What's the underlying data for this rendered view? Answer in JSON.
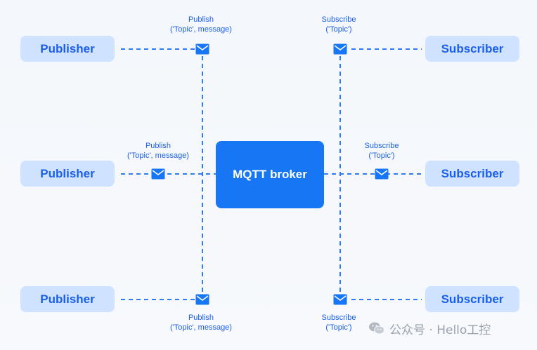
{
  "diagram": {
    "broker": {
      "label": "MQTT broker"
    },
    "publishers": [
      {
        "label": "Publisher",
        "message": {
          "line1": "Publish",
          "line2": "('Topic', message)"
        }
      },
      {
        "label": "Publisher",
        "message": {
          "line1": "Publish",
          "line2": "('Topic', message)"
        }
      },
      {
        "label": "Publisher",
        "message": {
          "line1": "Publish",
          "line2": "('Topic', message)"
        }
      }
    ],
    "subscribers": [
      {
        "label": "Subscriber",
        "message": {
          "line1": "Subscribe",
          "line2": "('Topic')"
        }
      },
      {
        "label": "Subscriber",
        "message": {
          "line1": "Subscribe",
          "line2": "('Topic')"
        }
      },
      {
        "label": "Subscriber",
        "message": {
          "line1": "Subscribe",
          "line2": "('Topic')"
        }
      }
    ],
    "icons": {
      "message": "envelope-icon",
      "watermark": "wechat-icon"
    },
    "colors": {
      "accent": "#1a5fe8",
      "broker_fill": "#1676f3",
      "node_fill": "#cfe2ff",
      "connector": "#2d7cf6",
      "background": "#f5f8fc"
    }
  },
  "watermark": {
    "text": "公众号 · Hello工控"
  }
}
